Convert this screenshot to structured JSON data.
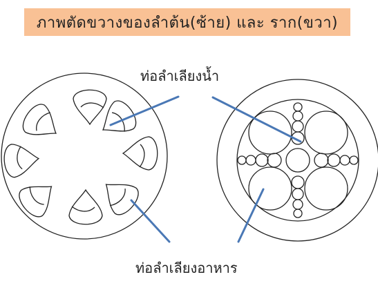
{
  "title": "ภาพตัดขวางของลำต้น(ซ้าย) และ ราก(ขวา)",
  "labels": {
    "xylem": "ท่อลำเลียงน้ำ",
    "phloem": "ท่อลำเลียงอาหาร"
  },
  "colors": {
    "title_bg": "#f9c195",
    "pointer": "#4a78b5",
    "stroke": "#222222"
  }
}
